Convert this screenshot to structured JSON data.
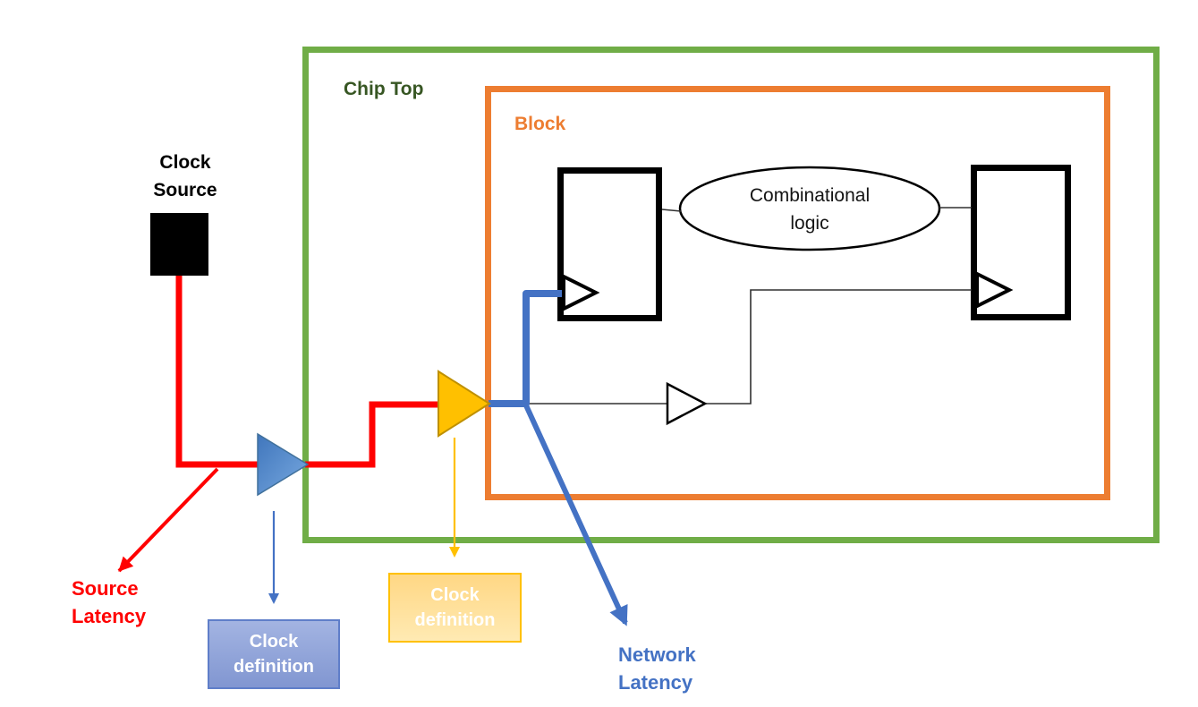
{
  "diagram": {
    "type": "clock-tree-latency-diagram",
    "clock_source_label": "Clock Source",
    "chip_top_label": "Chip Top",
    "block_label": "Block",
    "combinational_logic_label": "Combinational logic",
    "source_latency_label": "Source Latency",
    "network_latency_label": "Network Latency",
    "clock_definition_top_label": "Clock definition",
    "clock_definition_block_label": "Clock definition"
  },
  "colors": {
    "source_path_red": "#FF0000",
    "chip_top_green": "#70AD47",
    "chip_top_text_green": "#375623",
    "block_orange": "#ED7D31",
    "network_path_blue": "#4472C4",
    "buffer_blue": "#5B9BD5",
    "buffer_gold_fill": "#FFC000",
    "buffer_gold_border": "#BF9000",
    "flipflop_black": "#000000",
    "clock_definition_blue_fill": "#8FAADC",
    "clock_definition_gold_fill": "#FFE1A0"
  }
}
